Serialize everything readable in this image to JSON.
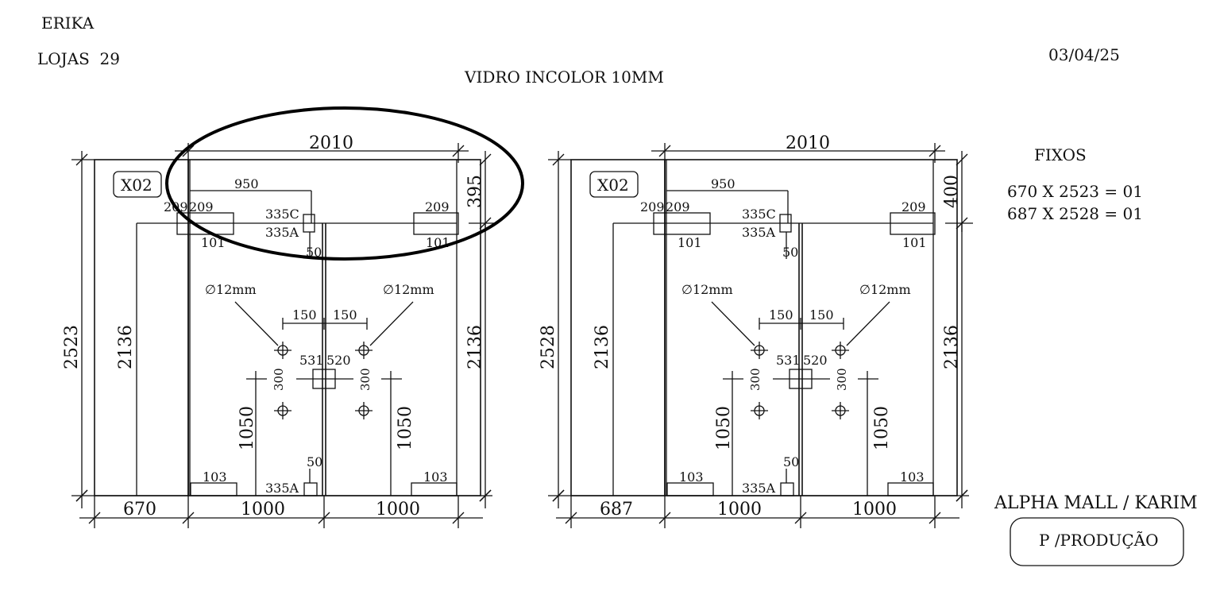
{
  "header": {
    "client": "ERIKA",
    "store": "LOJAS  29",
    "date": "03/04/25",
    "glass": "VIDRO INCOLOR 10MM"
  },
  "fixos": {
    "title": "FIXOS",
    "items": [
      "670 X 2523 = 01",
      "687 X 2528 = 01"
    ]
  },
  "footer": {
    "project": "ALPHA MALL / KARIM",
    "badge": "P /PRODUÇÃO"
  },
  "drawings": [
    {
      "id": "left",
      "tag": "X02",
      "top_width": "2010",
      "total_height": "2523",
      "fixed_height": "2136",
      "door_height": "2136",
      "top_right": "395",
      "bottom_fixed": "670",
      "bottom_door_left": "1000",
      "bottom_door_right": "1000",
      "handle_offset": "950",
      "hinge_left_a": "209",
      "hinge_left_b": "209",
      "hinge_right": "209",
      "hinge_depth_left": "101",
      "hinge_depth_right": "101",
      "lock_top_c": "335C",
      "lock_top_a": "335A",
      "lock_bottom_a": "335A",
      "gap_top": "50",
      "gap_bottom": "50",
      "hole_left": "∅12mm",
      "hole_right": "∅12mm",
      "spacing_left": "150",
      "spacing_right": "150",
      "center_left": "531",
      "center_right": "520",
      "vertical_left": "300",
      "vertical_right": "300",
      "handle_height_left": "1050",
      "handle_height_right": "1050",
      "pivot_left": "103",
      "pivot_right": "103"
    },
    {
      "id": "right",
      "tag": "X02",
      "top_width": "2010",
      "total_height": "2528",
      "fixed_height": "2136",
      "door_height": "2136",
      "top_right": "400",
      "bottom_fixed": "687",
      "bottom_door_left": "1000",
      "bottom_door_right": "1000",
      "handle_offset": "950",
      "hinge_left_a": "209",
      "hinge_left_b": "209",
      "hinge_right": "209",
      "hinge_depth_left": "101",
      "hinge_depth_right": "101",
      "lock_top_c": "335C",
      "lock_top_a": "335A",
      "lock_bottom_a": "335A",
      "gap_top": "50",
      "gap_bottom": "50",
      "hole_left": "∅12mm",
      "hole_right": "∅12mm",
      "spacing_left": "150",
      "spacing_right": "150",
      "center_left": "531",
      "center_right": "520",
      "vertical_left": "300",
      "vertical_right": "300",
      "handle_height_left": "1050",
      "handle_height_right": "1050",
      "pivot_left": "103",
      "pivot_right": "103"
    }
  ]
}
